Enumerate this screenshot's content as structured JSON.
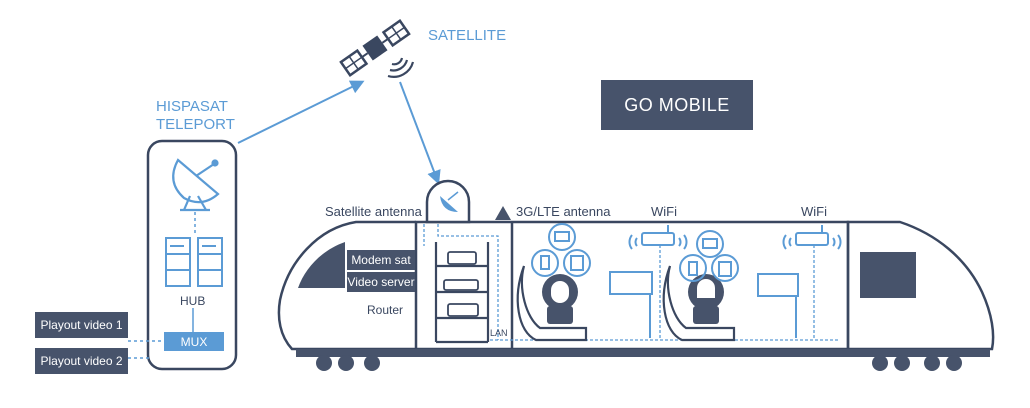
{
  "satellite_label": "SATELLITE",
  "teleport_label_line1": "HISPASAT",
  "teleport_label_line2": "TELEPORT",
  "go_mobile": "GO MOBILE",
  "satellite_antenna": "Satellite antenna",
  "lte_antenna": "3G/LTE antenna",
  "wifi_1": "WiFi",
  "wifi_2": "WiFi",
  "hub": "HUB",
  "mux": "MUX",
  "playout_1": "Playout video 1",
  "playout_2": "Playout video 2",
  "modem_sat": "Modem sat",
  "video_server": "Video server",
  "router": "Router",
  "lan": "LAN",
  "colors": {
    "accent_blue": "#5b9bd5",
    "dark_navy": "#3a4760",
    "box_fill": "#47536b"
  }
}
